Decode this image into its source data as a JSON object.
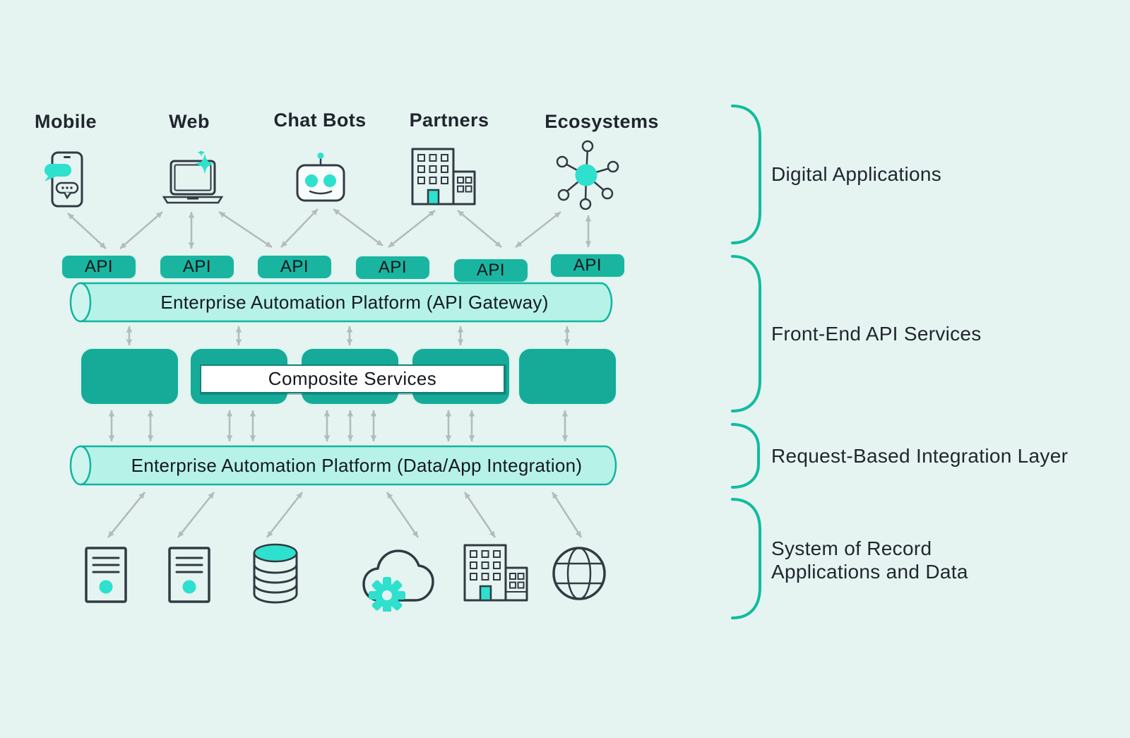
{
  "colors": {
    "bg": "#e5f4f1",
    "teal": "#19b5a0",
    "teal2": "#16ab98",
    "cyl-fill": "#b6f2e8",
    "cyl-cap": "#cdf5ee",
    "cyl-stroke": "#10b5a0",
    "accent": "#2ee0ce",
    "ink": "#323a42",
    "arrow": "#b4bbbb",
    "bracket": "#10bc9e",
    "text": "#21262e",
    "bar-border": "#0f8478"
  },
  "digital_channels": [
    {
      "label": "Mobile",
      "icon": "mobile-chat-icon"
    },
    {
      "label": "Web",
      "icon": "laptop-icon"
    },
    {
      "label": "Chat Bots",
      "icon": "robot-icon"
    },
    {
      "label": "Partners",
      "icon": "office-building-icon"
    },
    {
      "label": "Ecosystems",
      "icon": "network-hub-icon"
    }
  ],
  "api_row": {
    "labels": [
      "API",
      "API",
      "API",
      "API",
      "API",
      "API"
    ]
  },
  "gateway": {
    "label": "Enterprise Automation Platform (API Gateway)"
  },
  "services_row": {
    "composite_label": "Composite Services"
  },
  "integration": {
    "label": "Enterprise Automation Platform (Data/App Integration)"
  },
  "systems_of_record": {
    "icons": [
      "server-icon",
      "server-icon",
      "database-icon",
      "cloud-gear-icon",
      "enterprise-building-icon",
      "globe-icon"
    ]
  },
  "layer_annotations": [
    {
      "label": "Digital Applications"
    },
    {
      "label": "Front-End API Services"
    },
    {
      "label": "Request-Based Integration Layer"
    },
    {
      "label_line1": "System of Record",
      "label_line2": "Applications and Data"
    }
  ]
}
